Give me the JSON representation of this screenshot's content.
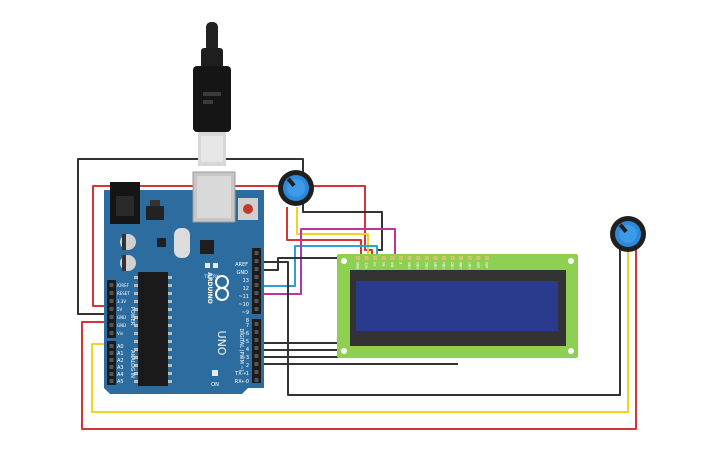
{
  "board": {
    "brand": "ARDUINO",
    "model": "UNO",
    "on_label": "ON",
    "tx_label": "TX",
    "rx_label": "RX",
    "power_header_label": "POWER",
    "analog_header_label": "ANALOG IN",
    "digital_header_label": "DIGITAL (PWM ~)",
    "aref_label": "AREF",
    "gnd_label": "GND",
    "digital_pins": [
      "13",
      "12",
      "~11",
      "~10",
      "~9",
      "8",
      "7",
      "~6",
      "~5",
      "4",
      "~3",
      "2",
      "TX→1",
      "RX←0"
    ],
    "power_pins": [
      "IOREF",
      "RESET",
      "3.3V",
      "5V",
      "GND",
      "GND",
      "Vin"
    ],
    "analog_pins": [
      "A0",
      "A1",
      "A2",
      "A3",
      "A4",
      "A5"
    ]
  },
  "lcd": {
    "pin_labels": [
      "GND",
      "VCC",
      "V0",
      "RS",
      "RW",
      "E",
      "DB0",
      "DB1",
      "DB2",
      "DB3",
      "DB4",
      "DB5",
      "DB6",
      "DB7",
      "LED",
      "LED"
    ]
  },
  "colors": {
    "board": "#2d6c9e",
    "wire_red": "#d63434",
    "wire_black": "#333333",
    "wire_yellow": "#f2d31e",
    "wire_blue": "#2f9fdc",
    "wire_magenta": "#c2339a",
    "lcd_pcb": "#8fcf52",
    "lcd_screen": "#2a3a8c",
    "pot_knob": "#2e8ad8"
  },
  "icons": {
    "usb": "usb-cable-icon",
    "pot": "potentiometer-icon"
  }
}
